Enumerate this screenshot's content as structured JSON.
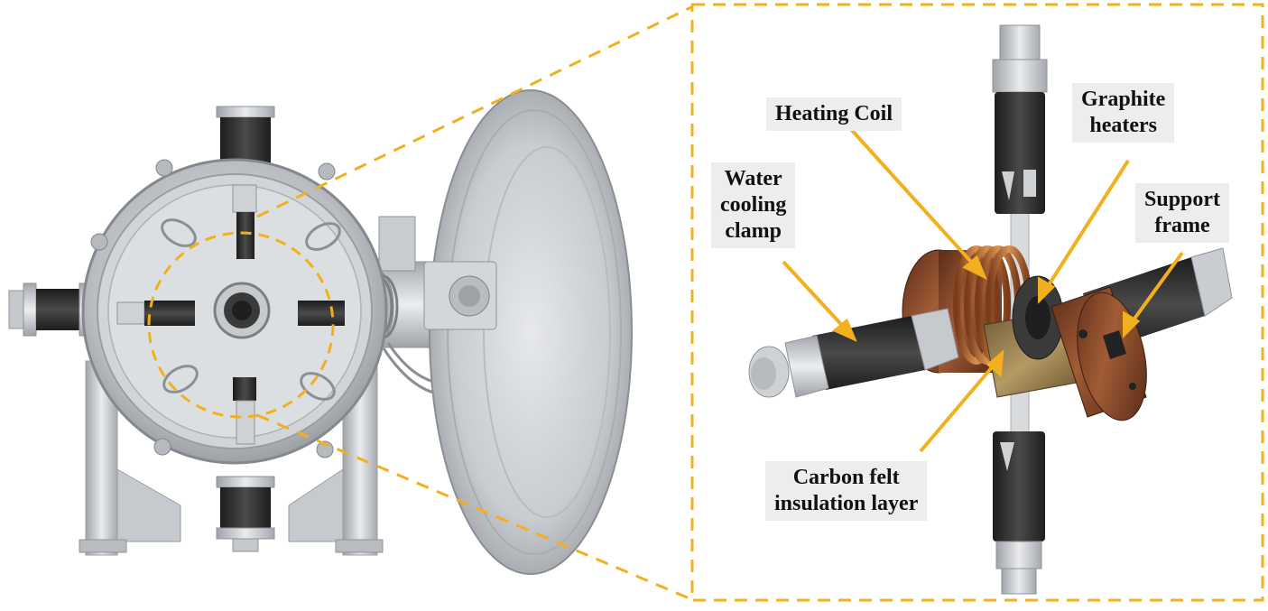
{
  "colors": {
    "accent": "#f2b01e",
    "copper": "#8a4a2a",
    "steel": "#cfd2d5",
    "dark_part": "#2c2c2c",
    "label_bg": "#ededed"
  },
  "labels": {
    "heating_coil": "Heating Coil",
    "graphite_heaters": [
      "Graphite",
      "heaters"
    ],
    "water_cooling_clamp": [
      "Water",
      "cooling",
      "clamp"
    ],
    "support_frame": [
      "Support",
      "frame"
    ],
    "carbon_felt": [
      "Carbon felt",
      "insulation layer"
    ]
  }
}
